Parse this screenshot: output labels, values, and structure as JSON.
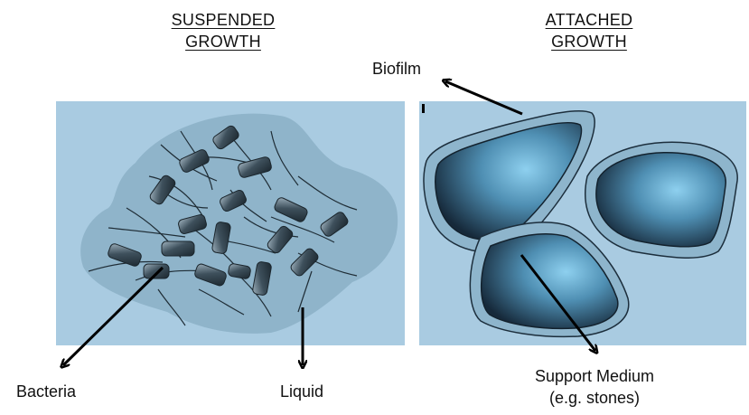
{
  "panels": {
    "suspended": {
      "title_line1": "SUSPENDED",
      "title_line2": "GROWTH",
      "label_bacteria": "Bacteria",
      "label_liquid": "Liquid"
    },
    "attached": {
      "title_line1": "ATTACHED",
      "title_line2": "GROWTH",
      "label_biofilm": "Biofilm",
      "label_support_line1": "Support Medium",
      "label_support_line2": "(e.g. stones)"
    }
  },
  "colors": {
    "background": "#a9cbe1",
    "cloud": "#8fb4ca",
    "bacteria_fill": "#3a4c58",
    "stone_core": "#4f8fb3",
    "stone_edge": "#1a3246",
    "biofilm": "#8eb5cc",
    "arrow": "#000000"
  }
}
